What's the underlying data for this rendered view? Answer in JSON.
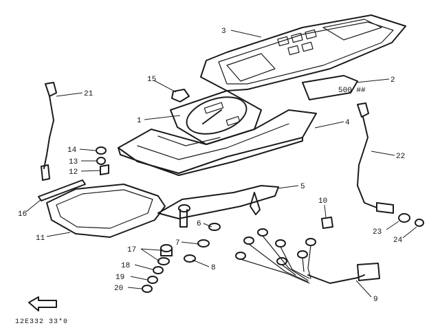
{
  "diagram": {
    "callouts": [
      {
        "id": "c1",
        "label": "1"
      },
      {
        "id": "c2",
        "label": "2"
      },
      {
        "id": "c3",
        "label": "3"
      },
      {
        "id": "c4",
        "label": "4"
      },
      {
        "id": "c5",
        "label": "5"
      },
      {
        "id": "c6",
        "label": "6"
      },
      {
        "id": "c7",
        "label": "7"
      },
      {
        "id": "c8",
        "label": "8"
      },
      {
        "id": "c9",
        "label": "9"
      },
      {
        "id": "c10",
        "label": "10"
      },
      {
        "id": "c11",
        "label": "11"
      },
      {
        "id": "c12",
        "label": "12"
      },
      {
        "id": "c13",
        "label": "13"
      },
      {
        "id": "c14",
        "label": "14"
      },
      {
        "id": "c15",
        "label": "15"
      },
      {
        "id": "c16",
        "label": "16"
      },
      {
        "id": "c17a",
        "label": "17"
      },
      {
        "id": "c17b",
        "label": "17"
      },
      {
        "id": "c18",
        "label": "18"
      },
      {
        "id": "c19",
        "label": "19"
      },
      {
        "id": "c20",
        "label": "20"
      },
      {
        "id": "c21",
        "label": "21"
      },
      {
        "id": "c22",
        "label": "22"
      },
      {
        "id": "c23",
        "label": "23"
      },
      {
        "id": "c24",
        "label": "24"
      }
    ],
    "drawing_code": "12E332 33*0",
    "icons": [
      "direction-arrow-icon"
    ]
  }
}
